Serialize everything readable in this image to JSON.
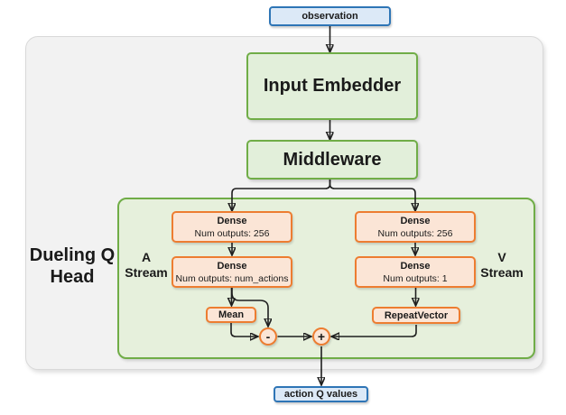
{
  "nodes": {
    "observation": "observation",
    "input_embedder": "Input Embedder",
    "middleware": "Middleware",
    "dueling_head_label": "Dueling Q Head",
    "a_stream_label": "A Stream",
    "v_stream_label": "V Stream",
    "a_dense_1": {
      "title": "Dense",
      "subtitle": "Num outputs: 256"
    },
    "a_dense_2": {
      "title": "Dense",
      "subtitle": "Num outputs: num_actions"
    },
    "v_dense_1": {
      "title": "Dense",
      "subtitle": "Num outputs: 256"
    },
    "v_dense_2": {
      "title": "Dense",
      "subtitle": "Num outputs: 1"
    },
    "mean": "Mean",
    "repeat_vector": "RepeatVector",
    "minus_op": "-",
    "plus_op": "+",
    "action_q_values": "action Q values"
  },
  "colors": {
    "blue_border": "#2E75B6",
    "blue_fill": "#DCE9F7",
    "green_border": "#70AD47",
    "green_fill": "#E2EFDA",
    "green_panel_fill": "#E6F0DC",
    "orange_border": "#ED7D31",
    "orange_fill": "#FBE5D6",
    "panel_fill": "#F2F2F2",
    "panel_border": "#D9D9D9",
    "wire": "#1F1F1F"
  }
}
